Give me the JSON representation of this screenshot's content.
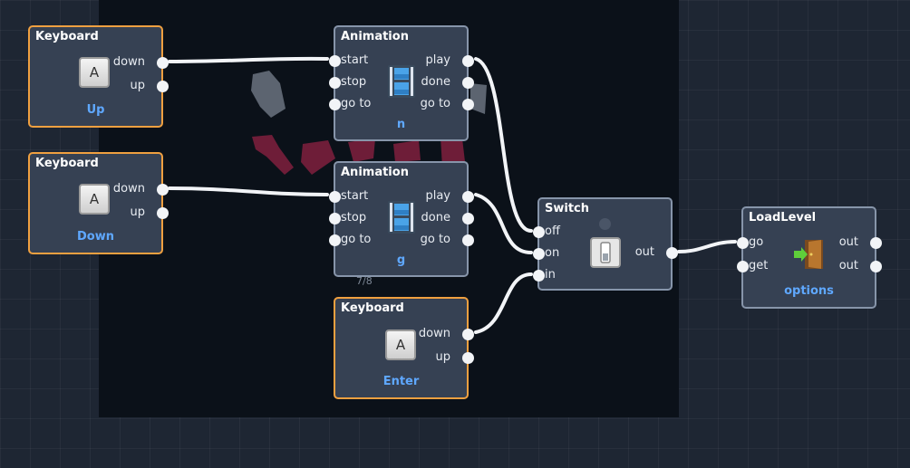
{
  "nodes": {
    "kb_up": {
      "title": "Keyboard",
      "ports_out": [
        "down",
        "up"
      ],
      "key_glyph": "A",
      "key_name": "Up",
      "icon": "keyboard-key-icon"
    },
    "kb_down": {
      "title": "Keyboard",
      "ports_out": [
        "down",
        "up"
      ],
      "key_glyph": "A",
      "key_name": "Down",
      "icon": "keyboard-key-icon"
    },
    "anim_n": {
      "title": "Animation",
      "ports_in": [
        "start",
        "stop",
        "go to"
      ],
      "ports_out": [
        "play",
        "done",
        "go to"
      ],
      "name": "n",
      "icon": "film-strip-icon"
    },
    "anim_g": {
      "title": "Animation",
      "ports_in": [
        "start",
        "stop",
        "go to"
      ],
      "ports_out": [
        "play",
        "done",
        "go to"
      ],
      "name": "g",
      "icon": "film-strip-icon"
    },
    "kb_enter": {
      "title": "Keyboard",
      "ports_out": [
        "down",
        "up"
      ],
      "key_glyph": "A",
      "key_name": "Enter",
      "icon": "keyboard-key-icon"
    },
    "switch": {
      "title": "Switch",
      "ports_in": [
        "off",
        "on",
        "in"
      ],
      "ports_out": [
        "out"
      ],
      "icon": "light-switch-icon"
    },
    "loadlevel": {
      "title": "LoadLevel",
      "ports_in": [
        "go",
        "get"
      ],
      "ports_out": [
        "out",
        "out"
      ],
      "level": "options",
      "icon": "exit-door-icon"
    }
  },
  "scene": {
    "counter": "7/8"
  },
  "colors": {
    "keyboard_border": "#f0a040",
    "node_border": "#8795aa",
    "node_bg": "#364153",
    "label_blue": "#5fa8ff",
    "wire": "#f2f4f7"
  }
}
